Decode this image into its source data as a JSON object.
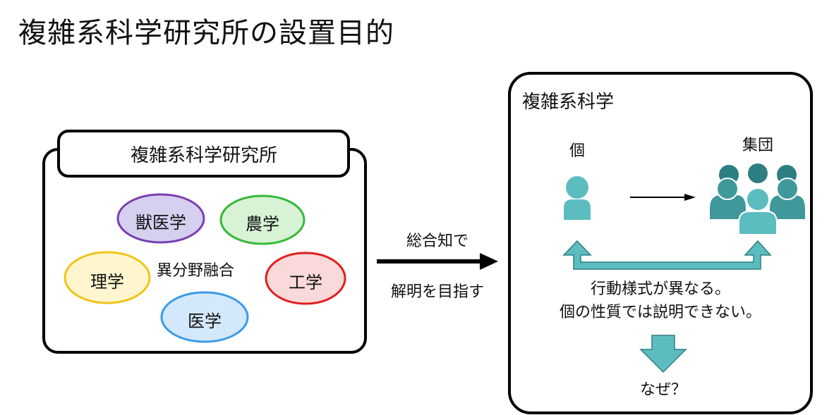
{
  "title": "複雑系科学研究所の設置目的",
  "institute": {
    "header": "複雑系科学研究所",
    "center_label": "異分野融合",
    "fields": [
      {
        "label": "獣医学",
        "fill": "#d6cff0",
        "stroke": "#7a3fb0"
      },
      {
        "label": "農学",
        "fill": "#d7f2d5",
        "stroke": "#37b837"
      },
      {
        "label": "理学",
        "fill": "#fff6cf",
        "stroke": "#f0c41a"
      },
      {
        "label": "工学",
        "fill": "#f9d9d9",
        "stroke": "#e01e1e"
      },
      {
        "label": "医学",
        "fill": "#d4e8fb",
        "stroke": "#3a9be8"
      }
    ]
  },
  "arrow": {
    "top_label": "総合知で",
    "bottom_label": "解明を目指す"
  },
  "complex_science": {
    "header": "複雑系科学",
    "individual_label": "個",
    "group_label": "集団",
    "statement_line1": "行動様式が異なる。",
    "statement_line2": "個の性質では説明できない。",
    "question": "なぜ？",
    "colors": {
      "individual": "#5cbcbf",
      "group_back": "#2d7f82",
      "group_mid": "#3f999b",
      "group_front": "#5cbcbf",
      "teal_arrow": "#5cbcbf"
    }
  }
}
